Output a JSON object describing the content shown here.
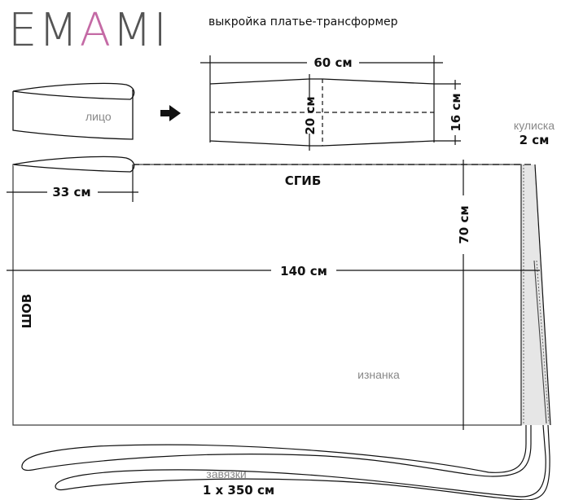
{
  "header": {
    "logo_prefix": "EM",
    "logo_accent": "A",
    "logo_suffix": "MI",
    "subtitle": "выкройка платье-трансформер"
  },
  "colors": {
    "logo_gray": "#555555",
    "logo_accent": "#c46aa5",
    "line": "#111111",
    "fill_gray": "#e6e6e6",
    "note_gray": "#888888"
  },
  "belt_piece": {
    "face_label": "лицо",
    "width_label": "60 см",
    "center_height_label": "20 см",
    "edge_height_label": "16 см"
  },
  "drawstring_casing": {
    "label": "кулиска",
    "size_label": "2 см"
  },
  "main_panel": {
    "fold_label": "СГИБ",
    "seam_label": "ШОВ",
    "wrong_side_label": "изнанка",
    "width_label": "140 см",
    "height_label": "70 см",
    "opening_label": "33 см"
  },
  "ties": {
    "label": "завязки",
    "size_label": "1 х 350 см"
  }
}
